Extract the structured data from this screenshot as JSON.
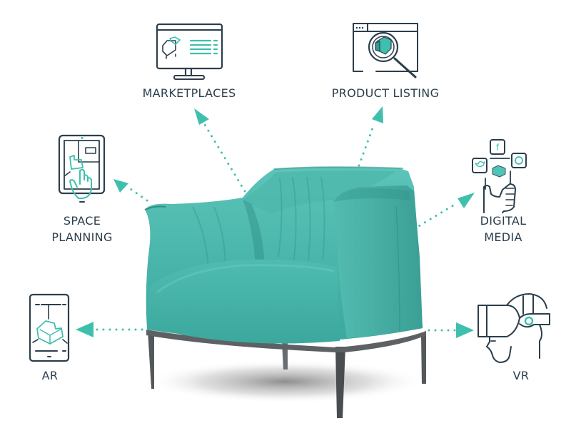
{
  "colors": {
    "accent": "#3fbfad",
    "icon_stroke": "#2c3e4c",
    "chair": "#42b3a8",
    "chair_dark": "#2f8e85",
    "chair_light": "#5cc4b9",
    "legs": "#5a5d60",
    "text": "#2c3e4c"
  },
  "center": {
    "subject": "Teal upholstered armchair"
  },
  "nodes": [
    {
      "id": "marketplaces",
      "label": "MARKETPLACES",
      "icon": "monitor-chair-listing-icon"
    },
    {
      "id": "product_listing",
      "label": "PRODUCT LISTING",
      "icon": "browser-magnifier-chair-icon"
    },
    {
      "id": "space_planning",
      "label_line1": "SPACE",
      "label_line2": "PLANNING",
      "icon": "tablet-floorplan-touch-icon"
    },
    {
      "id": "digital_media",
      "label_line1": "DIGITAL",
      "label_line2": "MEDIA",
      "icon": "hand-phone-social-icon"
    },
    {
      "id": "ar",
      "label": "AR",
      "icon": "phone-ar-chair-icon"
    },
    {
      "id": "vr",
      "label": "VR",
      "icon": "vr-headset-head-icon"
    }
  ]
}
